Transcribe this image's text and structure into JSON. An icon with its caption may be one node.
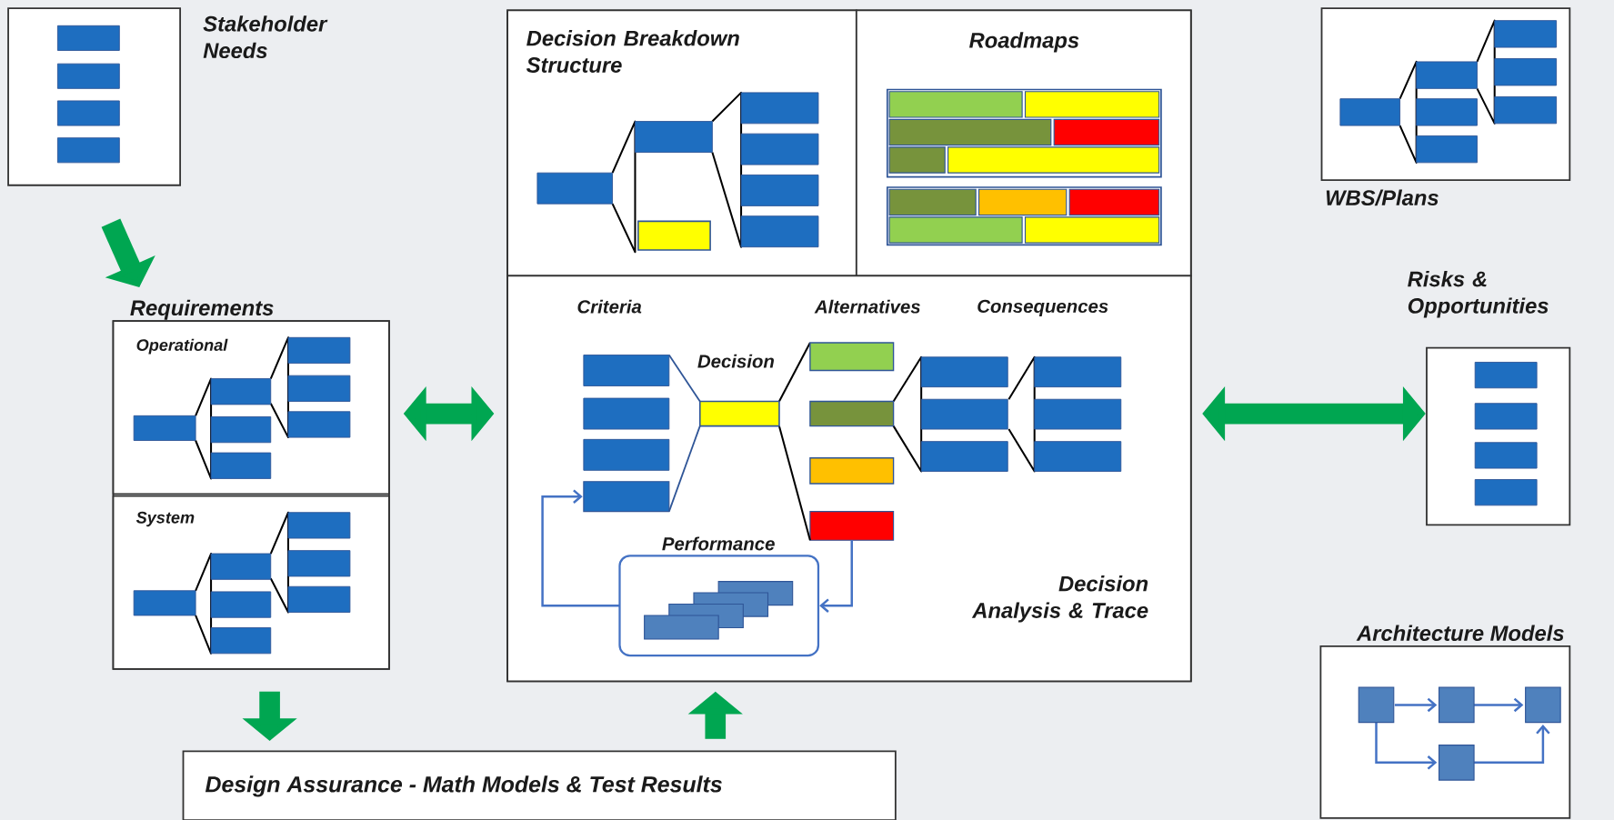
{
  "diagram": {
    "nodes": [
      {
        "text": [
          "Stakeholder Needs"
        ]
      },
      {
        "text": [
          "Requirements"
        ]
      },
      {
        "text": [
          "Operational"
        ],
        "in": 1
      },
      {
        "text": [
          "System"
        ],
        "in": 1
      },
      {
        "text": [],
        "shape": "box"
      },
      {
        "text": [
          "Decision Breakdown Structure"
        ],
        "in": 4
      },
      {
        "text": [
          "Roadmaps"
        ],
        "in": 4
      },
      {
        "text": [
          "Criteria",
          "Alternatives",
          "Consequences",
          "Decision",
          "Decision Analysis & Trace"
        ],
        "in": 4
      },
      {
        "text": [
          "Performance"
        ],
        "in": 7
      },
      {
        "text": [],
        "shape": "bar",
        "in": 7
      },
      {
        "text": [],
        "shape": "bar",
        "in": 7
      },
      {
        "text": [
          "WBS/Plans"
        ]
      },
      {
        "text": [
          "Risks & Opportunities"
        ]
      },
      {
        "text": [
          "Architecture Models"
        ]
      },
      {
        "text": [
          "Design Assurance - Math Models & Test Results"
        ]
      }
    ],
    "edges": [
      {
        "from": 0,
        "to": 1,
        "arrow": "to"
      },
      {
        "from": 1,
        "to": 4,
        "arrow": "both"
      },
      {
        "from": 4,
        "to": 12,
        "arrow": "both"
      },
      {
        "from": 1,
        "to": 14,
        "arrow": "to"
      },
      {
        "from": 14,
        "to": 4,
        "arrow": "to"
      },
      {
        "from": 10,
        "to": 8,
        "arrow": "to",
        "color": "#4472c4"
      },
      {
        "from": 8,
        "to": 9,
        "arrow": "to",
        "color": "#4472c4"
      }
    ]
  }
}
